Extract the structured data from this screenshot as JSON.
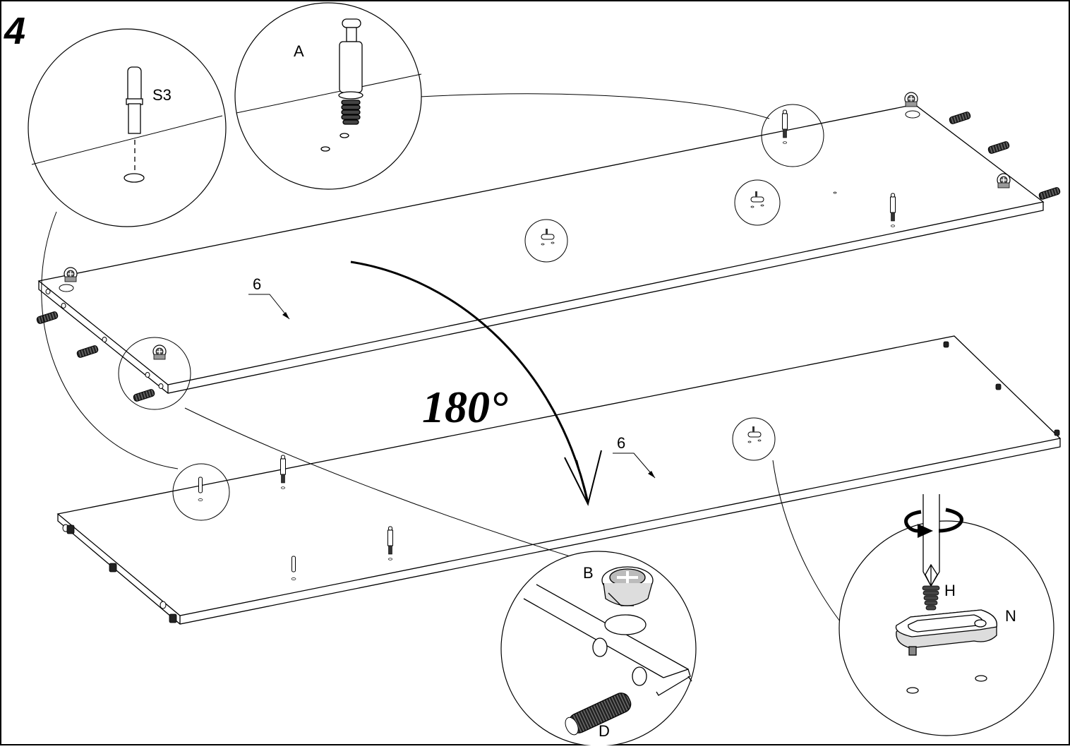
{
  "step_number": "4",
  "rotation_label": "180°",
  "panel_labels": [
    "6",
    "6"
  ],
  "part_labels": {
    "a": "A",
    "s3": "S3",
    "b": "B",
    "d": "D",
    "h": "H",
    "n": "N"
  }
}
